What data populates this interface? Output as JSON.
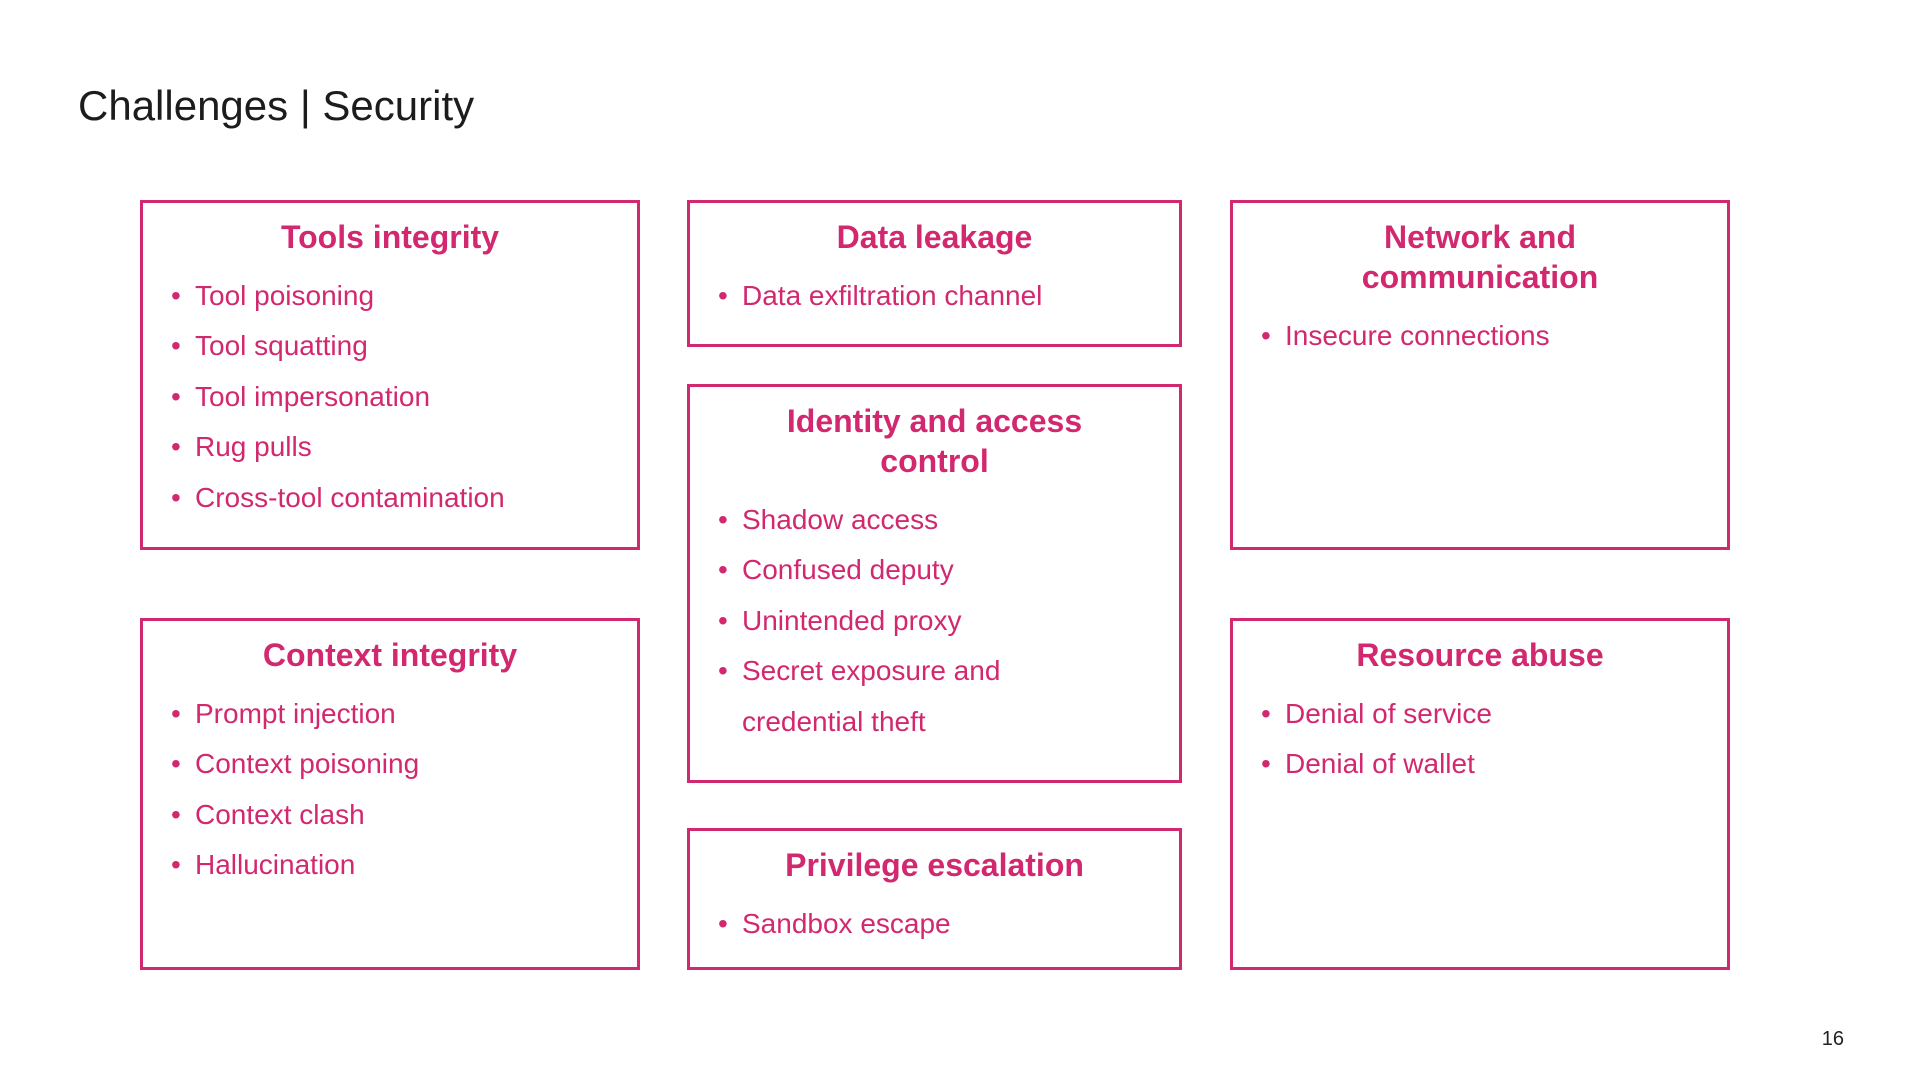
{
  "slide": {
    "title": "Challenges | Security",
    "page_number": "16",
    "accent_color": "#D2286F",
    "title_color": "#1C1C1C",
    "background_color": "#FFFFFF"
  },
  "boxes": [
    {
      "title": "Tools integrity",
      "items": [
        "Tool poisoning",
        "Tool squatting",
        "Tool impersonation",
        "Rug pulls",
        "Cross-tool contamination"
      ]
    },
    {
      "title": "Context integrity",
      "items": [
        "Prompt injection",
        "Context poisoning",
        "Context clash",
        "Hallucination"
      ]
    },
    {
      "title": "Data leakage",
      "items": [
        "Data exfiltration channel"
      ]
    },
    {
      "title": "Identity and access control",
      "items": [
        "Shadow access",
        "Confused deputy",
        "Unintended proxy",
        "Secret exposure and credential theft"
      ]
    },
    {
      "title": "Privilege escalation",
      "items": [
        "Sandbox escape"
      ]
    },
    {
      "title": "Network and communication",
      "items": [
        "Insecure connections"
      ]
    },
    {
      "title": "Resource abuse",
      "items": [
        "Denial of service",
        "Denial of wallet"
      ]
    }
  ]
}
